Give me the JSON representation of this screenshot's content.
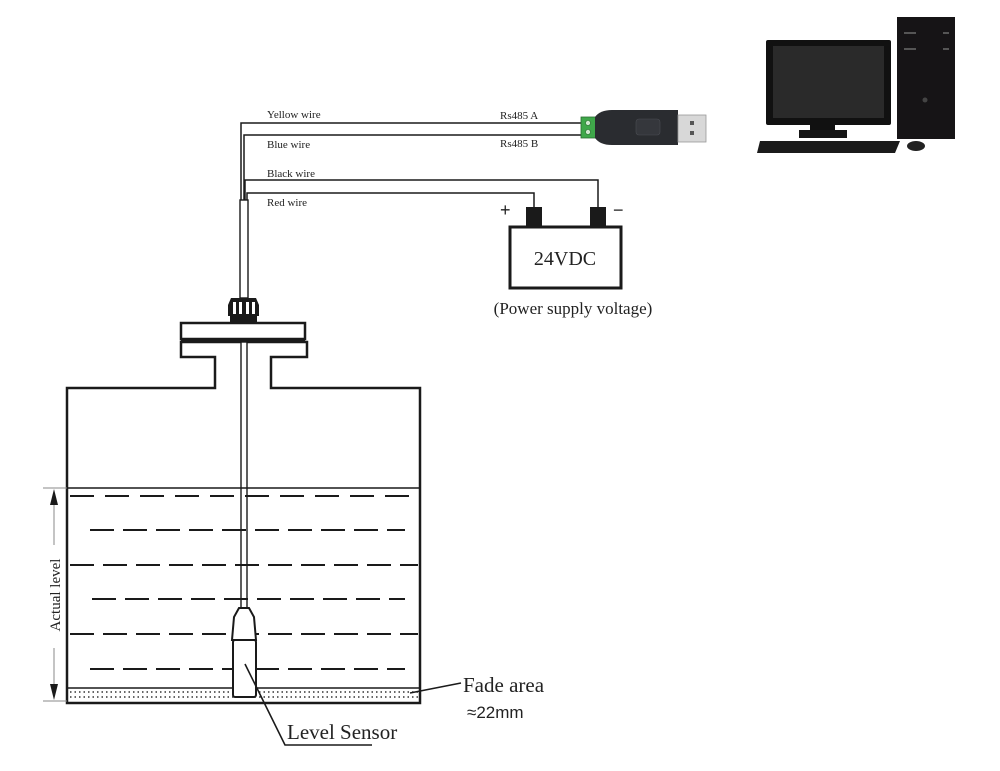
{
  "wires": {
    "yellow": "Yellow wire",
    "blue": "Blue wire",
    "black": "Black wire",
    "red": "Red wire"
  },
  "rs485": {
    "a": "Rs485 A",
    "b": "Rs485 B"
  },
  "power": {
    "plus": "+",
    "minus": "−",
    "voltage": "24VDC",
    "caption": "(Power supply voltage)"
  },
  "tank": {
    "actual_level": "Actual level",
    "fade_area": "Fade area",
    "fade_value": "≈22mm",
    "sensor": "Level Sensor"
  },
  "colors": {
    "line": "#1a1a1a",
    "usb_body": "#2a2c30",
    "terminal": "#3fa84a",
    "monitor": "#111111"
  }
}
